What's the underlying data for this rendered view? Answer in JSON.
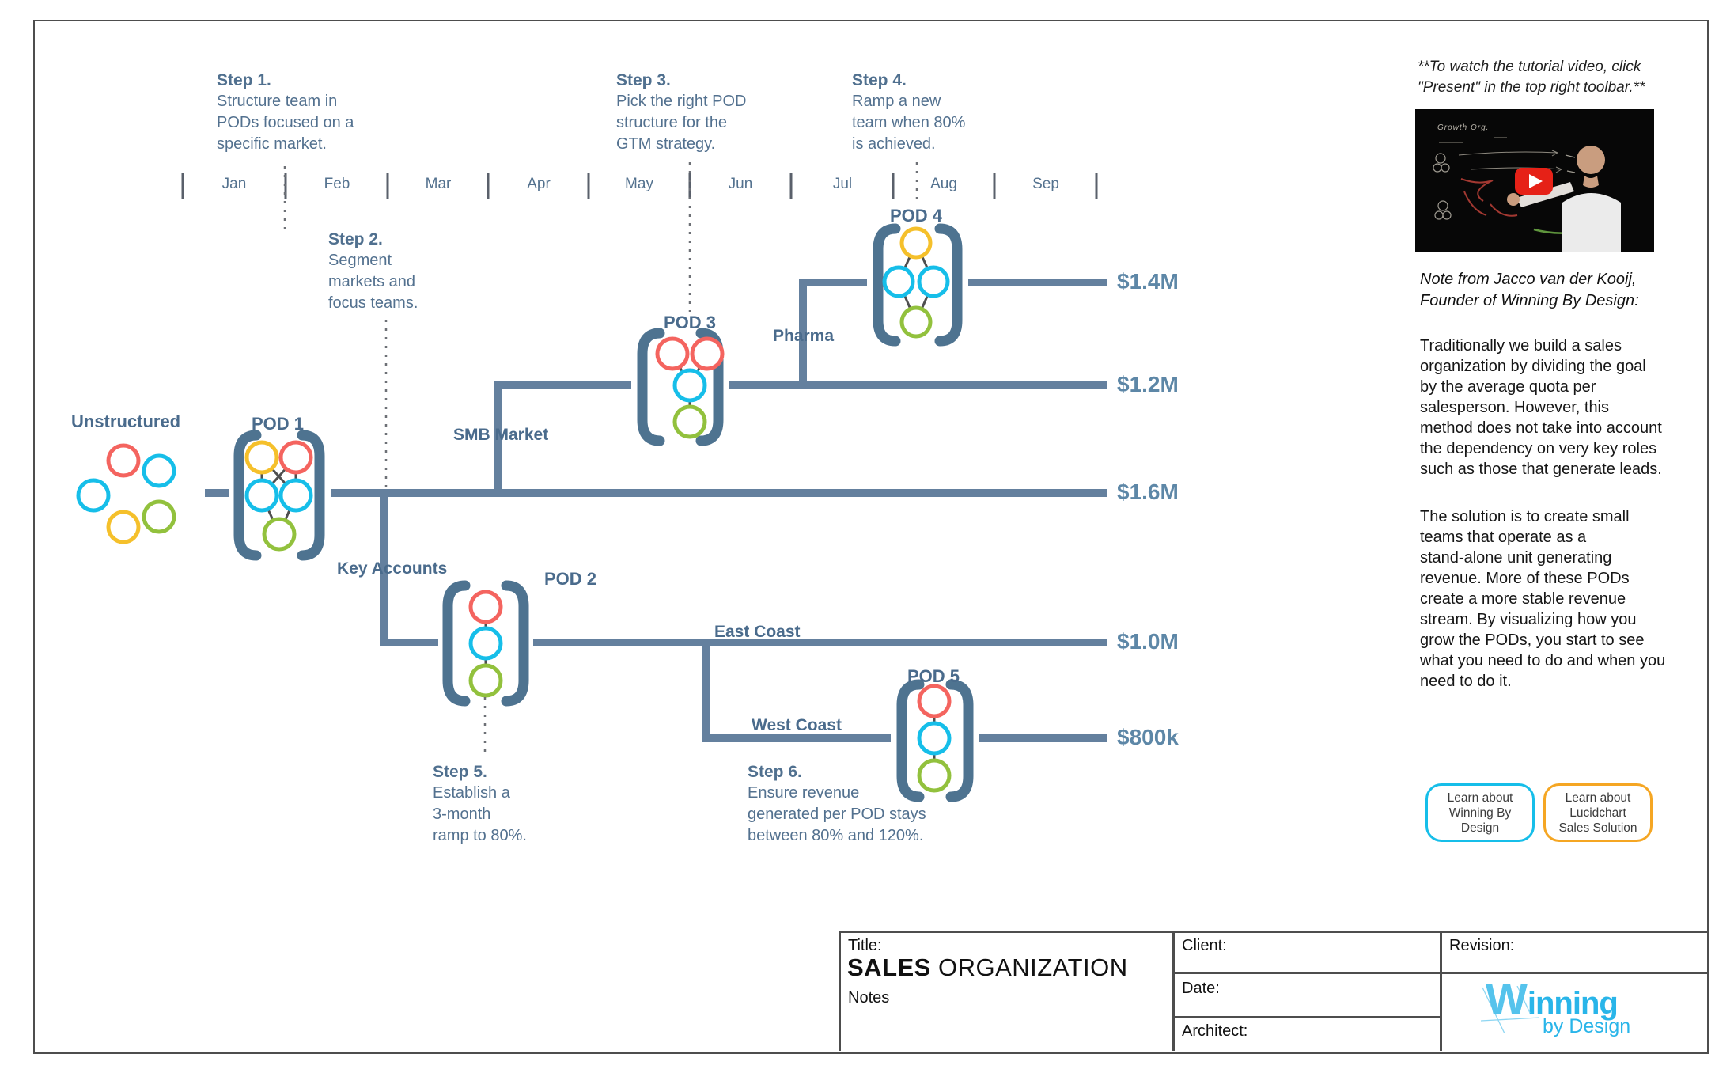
{
  "colors": {
    "line": "#64809e",
    "bracket": "#4e7390",
    "slate_text": "#50708f",
    "label_dark": "#4a6b8c",
    "revenue_text": "#5d87a7",
    "circle_red": "#f4645f",
    "circle_cyan": "#16bee9",
    "circle_yellow": "#f5c02b",
    "circle_green": "#92c13d",
    "button_cyan_border": "#16bee9",
    "button_orange_border": "#f5a623",
    "youtube_red": "#e62117",
    "logo_blue": "#29b5e9"
  },
  "timeline": {
    "months": [
      "Jan",
      "Feb",
      "Mar",
      "Apr",
      "May",
      "Jun",
      "Jul",
      "Aug",
      "Sep"
    ]
  },
  "steps": [
    {
      "title": "Step 1.",
      "body": "Structure team in\nPODs focused on a\nspecific market."
    },
    {
      "title": "Step 2.",
      "body": "Segment\nmarkets and\nfocus teams."
    },
    {
      "title": "Step 3.",
      "body": "Pick the right POD\nstructure for the\nGTM strategy."
    },
    {
      "title": "Step 4.",
      "body": "Ramp a new\nteam when 80%\nis achieved."
    },
    {
      "title": "Step 5.",
      "body": "Establish a\n3-month\nramp to 80%."
    },
    {
      "title": "Step 6.",
      "body": "Ensure revenue\ngenerated per POD stays\nbetween 80% and 120%."
    }
  ],
  "diagram": {
    "unstructured_label": "Unstructured",
    "pods": [
      {
        "label": "POD 1"
      },
      {
        "label": "POD 2"
      },
      {
        "label": "POD 3"
      },
      {
        "label": "POD 4"
      },
      {
        "label": "POD 5"
      }
    ],
    "branches": {
      "smb": "SMB Market",
      "key_accounts": "Key Accounts",
      "pharma": "Pharma",
      "east_coast": "East Coast",
      "west_coast": "West Coast"
    },
    "revenues": [
      {
        "label": "$1.4M"
      },
      {
        "label": "$1.2M"
      },
      {
        "label": "$1.6M"
      },
      {
        "label": "$1.0M"
      },
      {
        "label": "$800k"
      }
    ]
  },
  "sidebar": {
    "tutorial_note": "**To watch the tutorial video, click\n\"Present\" in the top right toolbar.**",
    "video_scribble": "Growth Org.",
    "note_heading": "Note from Jacco van der Kooij,\nFounder of Winning By Design:",
    "paragraph1": "Traditionally we build a sales\norganization by dividing the goal\nby the average quota per\nsalesperson. However, this\nmethod does not take into account\nthe dependency on very key roles\nsuch as those that generate leads.",
    "paragraph2": "The solution is to create small\nteams that operate as a\nstand-alone unit generating\nrevenue. More of these PODs\ncreate a more stable revenue\nstream.  By visualizing how you\ngrow the PODs, you start to see\nwhat you need to do and when you\nneed to do it.",
    "buttons": [
      {
        "label": "Learn about\nWinning By\nDesign",
        "border_color": "#16bee9"
      },
      {
        "label": "Learn about\nLucidchart\nSales Solution",
        "border_color": "#f5a623"
      }
    ]
  },
  "title_block": {
    "title_label": "Title:",
    "title_bold": "SALES",
    "title_rest": " ORGANIZATION",
    "subtitle": "Notes",
    "client_label": "Client:",
    "date_label": "Date:",
    "architect_label": "Architect:",
    "revision_label": "Revision:",
    "logo": {
      "letter": "W",
      "text_main": "inning",
      "text_sub": "by Design"
    }
  }
}
